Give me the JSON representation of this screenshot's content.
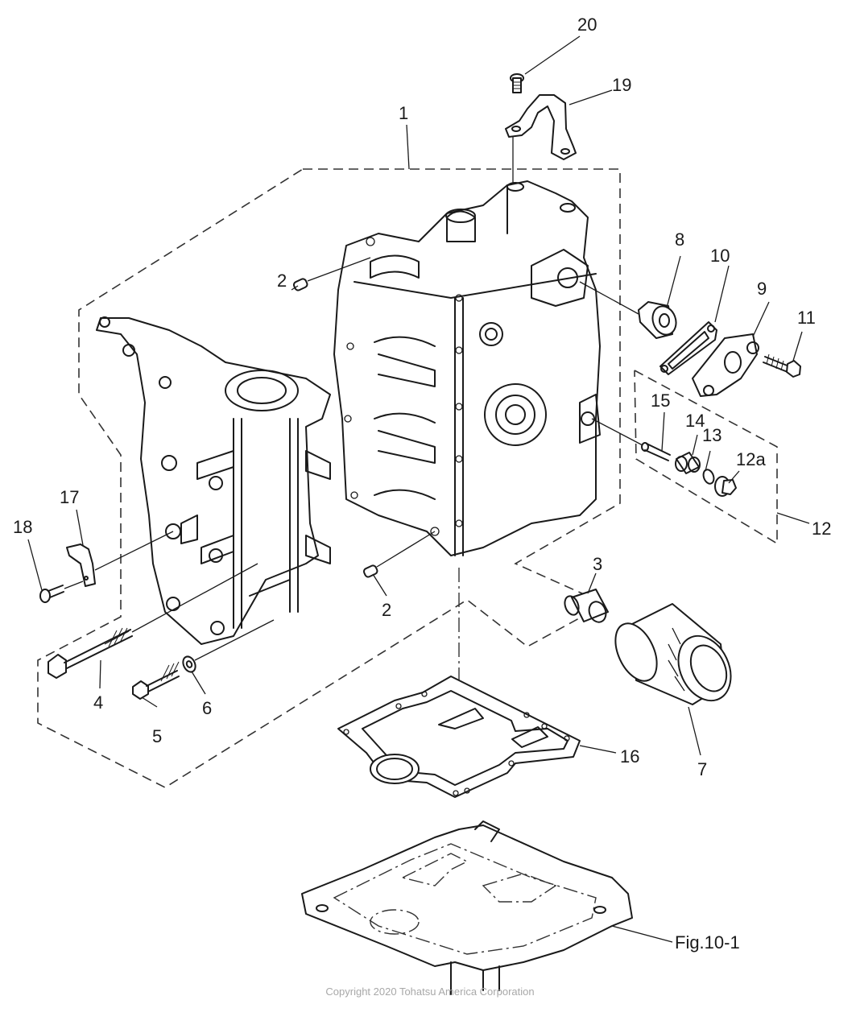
{
  "figure": {
    "title_reference": "Fig.10-1",
    "copyright": "Copyright 2020 Tohatsu America Corporation"
  },
  "callouts": [
    {
      "id": "1",
      "label": "1",
      "part": "cylinder-crankcase-assembly"
    },
    {
      "id": "2a",
      "label": "2",
      "part": "dowel-pin-upper"
    },
    {
      "id": "2b",
      "label": "2",
      "part": "dowel-pin-lower"
    },
    {
      "id": "3",
      "label": "3",
      "part": "oil-filter-fitting"
    },
    {
      "id": "4",
      "label": "4",
      "part": "long-bolt"
    },
    {
      "id": "5",
      "label": "5",
      "part": "bolt"
    },
    {
      "id": "6",
      "label": "6",
      "part": "washer"
    },
    {
      "id": "7",
      "label": "7",
      "part": "oil-filter"
    },
    {
      "id": "8",
      "label": "8",
      "part": "thermostat"
    },
    {
      "id": "9",
      "label": "9",
      "part": "thermostat-cover"
    },
    {
      "id": "10",
      "label": "10",
      "part": "thermostat-cover-gasket"
    },
    {
      "id": "11",
      "label": "11",
      "part": "cover-bolt"
    },
    {
      "id": "12",
      "label": "12",
      "part": "relief-valve-assembly"
    },
    {
      "id": "12a",
      "label": "12a",
      "part": "relief-valve-plug"
    },
    {
      "id": "13",
      "label": "13",
      "part": "o-ring"
    },
    {
      "id": "14",
      "label": "14",
      "part": "relief-valve"
    },
    {
      "id": "15",
      "label": "15",
      "part": "spring-pin"
    },
    {
      "id": "16",
      "label": "16",
      "part": "gasket"
    },
    {
      "id": "17",
      "label": "17",
      "part": "bracket"
    },
    {
      "id": "18",
      "label": "18",
      "part": "bracket-bolt"
    },
    {
      "id": "19",
      "label": "19",
      "part": "hose-clamp"
    },
    {
      "id": "20",
      "label": "20",
      "part": "clamp-bolt"
    }
  ],
  "colors": {
    "line": "#1a1a1a",
    "copyright": "#a8a8a8",
    "background": "#ffffff"
  }
}
